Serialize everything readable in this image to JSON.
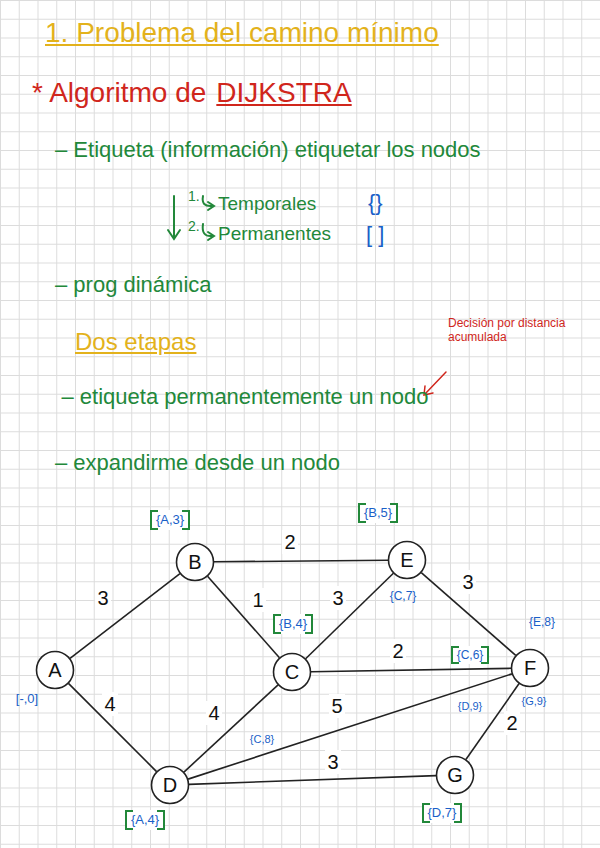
{
  "diagram": {
    "title": "1. Problema del camino mínimo",
    "nodes": [
      {
        "text": [
          "A"
        ]
      },
      {
        "text": [
          "B"
        ]
      },
      {
        "text": [
          "C"
        ]
      },
      {
        "text": [
          "D"
        ]
      },
      {
        "text": [
          "E"
        ]
      },
      {
        "text": [
          "F"
        ]
      },
      {
        "text": [
          "G"
        ]
      }
    ],
    "edges": [
      {
        "from": 0,
        "to": 1,
        "label": "3",
        "arrow": "none"
      },
      {
        "from": 0,
        "to": 3,
        "label": "4",
        "arrow": "none"
      },
      {
        "from": 1,
        "to": 4,
        "label": "2",
        "arrow": "none"
      },
      {
        "from": 1,
        "to": 2,
        "label": "1",
        "arrow": "none"
      },
      {
        "from": 2,
        "to": 4,
        "label": "3",
        "arrow": "none"
      },
      {
        "from": 2,
        "to": 5,
        "label": "2",
        "arrow": "none"
      },
      {
        "from": 2,
        "to": 3,
        "label": "4",
        "arrow": "none"
      },
      {
        "from": 3,
        "to": 5,
        "label": "5",
        "arrow": "none"
      },
      {
        "from": 3,
        "to": 6,
        "label": "3",
        "arrow": "none"
      },
      {
        "from": 4,
        "to": 5,
        "label": "3",
        "arrow": "none"
      },
      {
        "from": 5,
        "to": 6,
        "label": "2",
        "arrow": "none"
      }
    ],
    "labels": [
      "* Algoritmo de",
      "DIJKSTRA",
      "– Etiqueta (información) etiquetar los nodos",
      "1.",
      "Temporales",
      "{}",
      "2.",
      "Permanentes",
      "[ ]",
      "– prog dinámica",
      "Dos etapas",
      "Decisión por distancia acumulada",
      "– etiqueta permanentemente un nodo",
      "– expandirme desde un nodo",
      "{A,3}",
      "{B,5}",
      "{C,7}",
      "{B,4}",
      "[-,0]",
      "{E,8}",
      "{C,6}",
      "{D,9}",
      "{G,9}",
      "{C,8}",
      "{A,4}",
      "{D,7}"
    ]
  }
}
